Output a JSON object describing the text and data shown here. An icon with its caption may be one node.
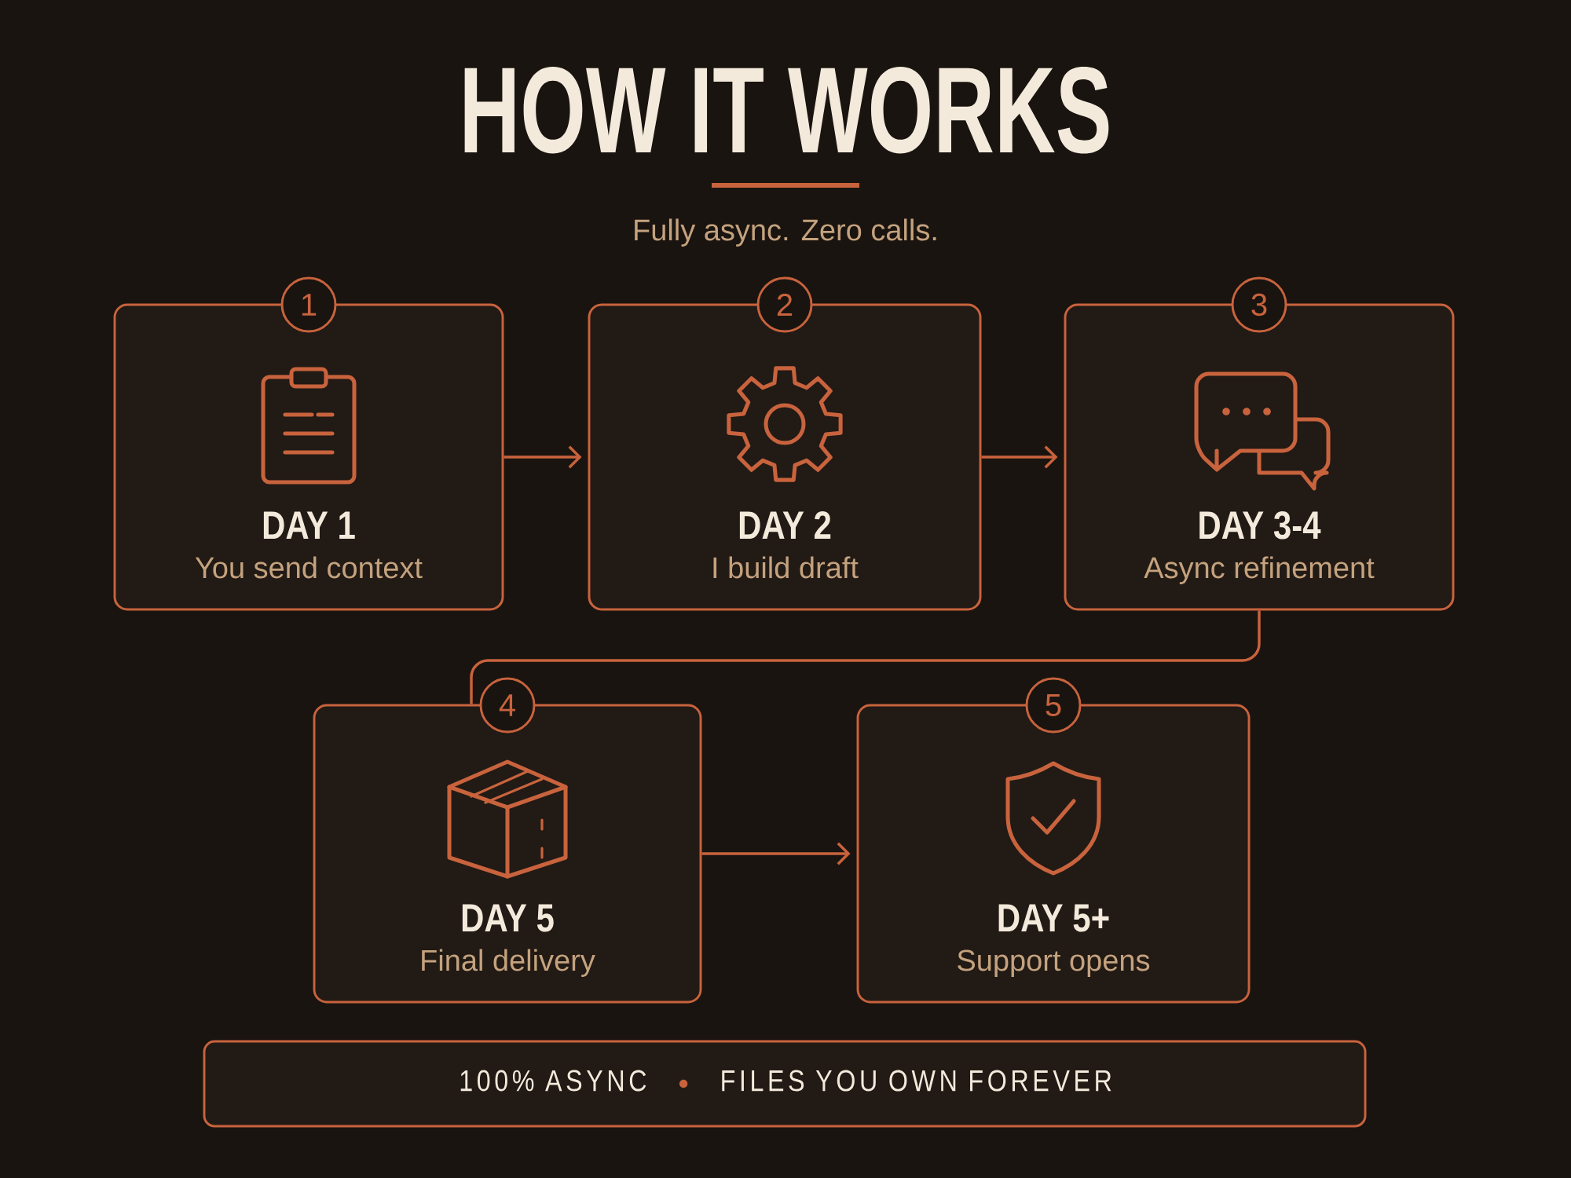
{
  "diagram": {
    "title": "HOW IT WORKS",
    "nodes": [
      {
        "text": [
          "1",
          "DAY 1",
          "You send context"
        ]
      },
      {
        "text": [
          "2",
          "DAY 2",
          "I build draft"
        ]
      },
      {
        "text": [
          "3",
          "DAY 3-4",
          "Async refinement"
        ]
      },
      {
        "text": [
          "4",
          "DAY 5",
          "Final delivery"
        ]
      },
      {
        "text": [
          "5",
          "DAY 5+",
          "Support opens"
        ]
      },
      {
        "text": [
          "100% ASYNC",
          "FILES YOU OWN FOREVER"
        ]
      }
    ],
    "edges": [
      {
        "from": 0,
        "to": 1,
        "arrow": "to"
      },
      {
        "from": 1,
        "to": 2,
        "arrow": "to"
      },
      {
        "from": 2,
        "to": 3,
        "arrow": "none"
      },
      {
        "from": 3,
        "to": 4,
        "arrow": "to"
      }
    ],
    "labels": [
      "Fully async. Zero calls."
    ]
  }
}
